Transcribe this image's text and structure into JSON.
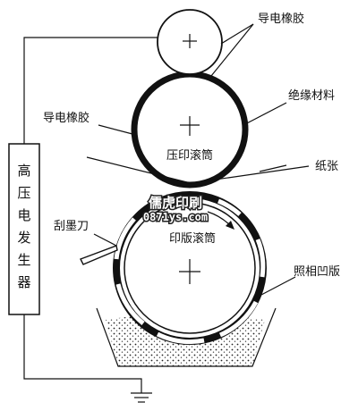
{
  "labels": {
    "top_rubber": "导电橡胶",
    "left_rubber": "导电橡胶",
    "insulation": "绝缘材料",
    "paper": "纸张",
    "doctor_blade": "刮墨刀",
    "gravure_plate": "照相凹版",
    "impression_cylinder": "压印滚筒",
    "plate_cylinder": "印版滚筒"
  },
  "generator": {
    "chars": [
      "高",
      "压",
      "电",
      "发",
      "生",
      "器"
    ]
  },
  "watermark": {
    "line1": "儒虎印刷",
    "line2": "0871ys.com"
  }
}
